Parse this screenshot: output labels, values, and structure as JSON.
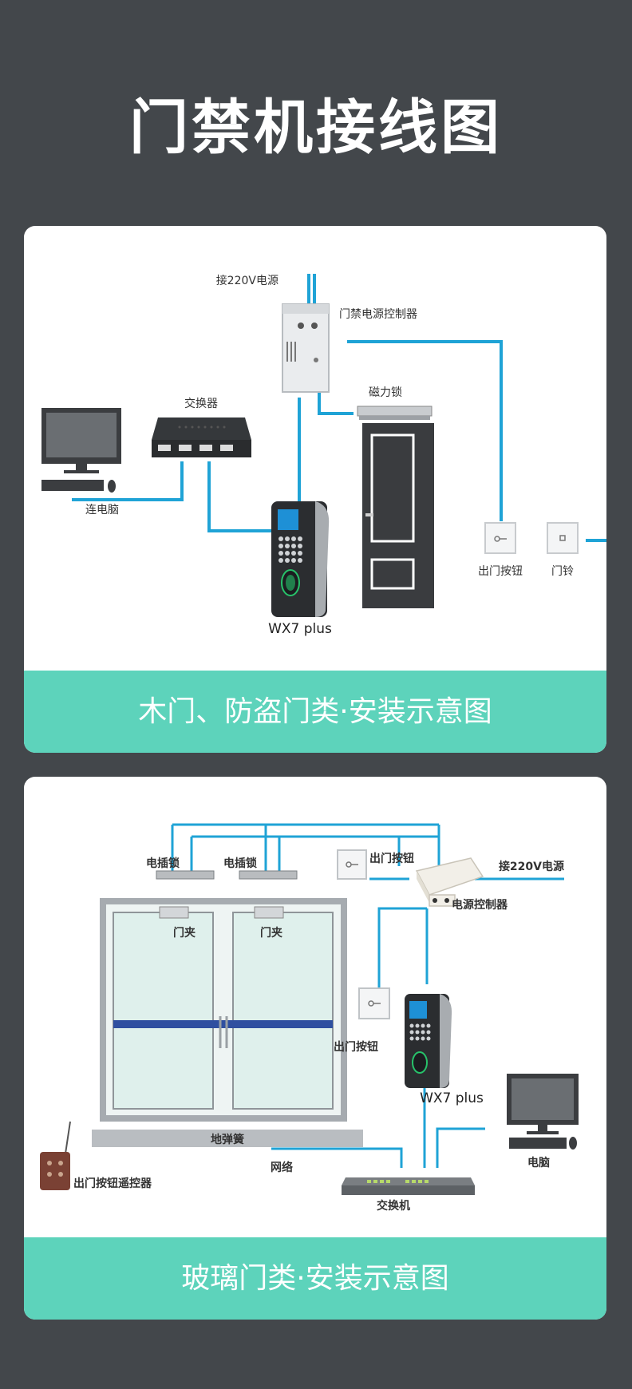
{
  "title": "门禁机接线图",
  "wood_diagram": {
    "power_label": "接220V电源",
    "power_controller_label": "门禁电源控制器",
    "switch_label": "交换器",
    "maglock_label": "磁力锁",
    "pc_label": "连电脑",
    "exit_button_label": "出门按钮",
    "doorbell_label": "门铃",
    "device_label": "WX7 plus",
    "caption": "木门、防盗门类·安装示意图"
  },
  "glass_diagram": {
    "bolt_lock_label_1": "电插锁",
    "bolt_lock_label_2": "电插锁",
    "exit_button_label_top": "出门按钮",
    "power_label": "接220V电源",
    "power_controller_label": "电源控制器",
    "door_clamp_label_1": "门夹",
    "door_clamp_label_2": "门夹",
    "exit_button_label_mid": "出门按钮",
    "device_label": "WX7 plus",
    "computer_label": "电脑",
    "floor_spring_label": "地弹簧",
    "remote_label": "出门按钮遥控器",
    "network_label": "网络",
    "switch_label": "交换机",
    "caption": "玻璃门类·安装示意图"
  },
  "colors": {
    "background": "#43474b",
    "wire": "#1fa3d6",
    "caption_bar": "#5dd3bb"
  }
}
